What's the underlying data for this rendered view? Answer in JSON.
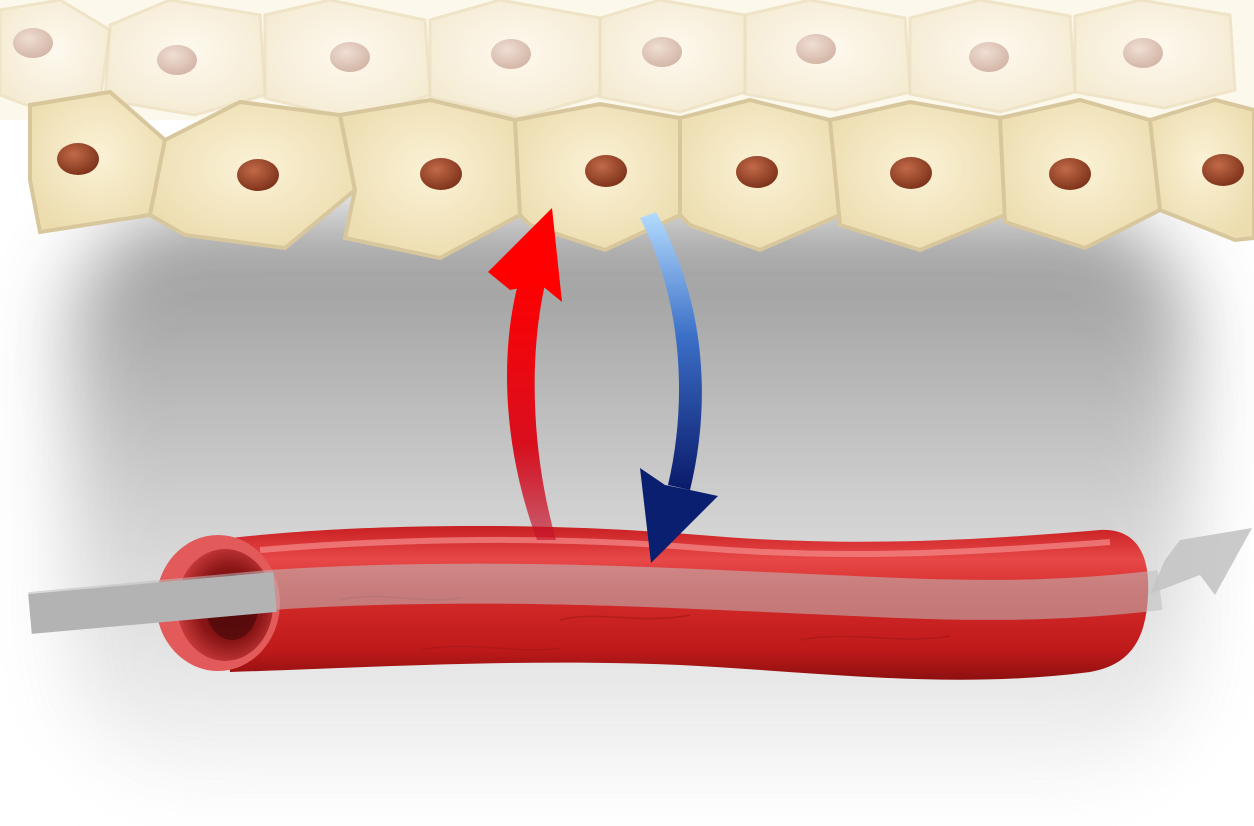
{
  "diagram": {
    "tissue": {
      "cell_rows": [
        {
          "row": "back",
          "cell_count": 8,
          "nucleus_color": "#d4b5a5",
          "cell_fill": "#fbf4e3"
        },
        {
          "row": "front",
          "cell_count": 8,
          "nucleus_color": "#9b4a2e",
          "cell_fill": "#f9efcf"
        }
      ],
      "membrane_color": "#d8c8a0"
    },
    "interstitial_space": {
      "shadow_color": "#9a9a9a"
    },
    "blood_vessel": {
      "fill": "#d42a2a",
      "highlight": "#f08080",
      "shade": "#a01515",
      "lumen": "#7a1010"
    },
    "flow_arrow": {
      "color": "#b8b8b8",
      "direction": "left-to-right"
    },
    "exchange_arrows": [
      {
        "direction": "up",
        "from": "blood-vessel",
        "to": "tissue-cells",
        "color_from": "#c8102e",
        "color_to": "#ff0000"
      },
      {
        "direction": "down",
        "from": "tissue-cells",
        "to": "blood-vessel",
        "color_from": "#a8d4ff",
        "color_to": "#0a1a6a"
      }
    ]
  }
}
